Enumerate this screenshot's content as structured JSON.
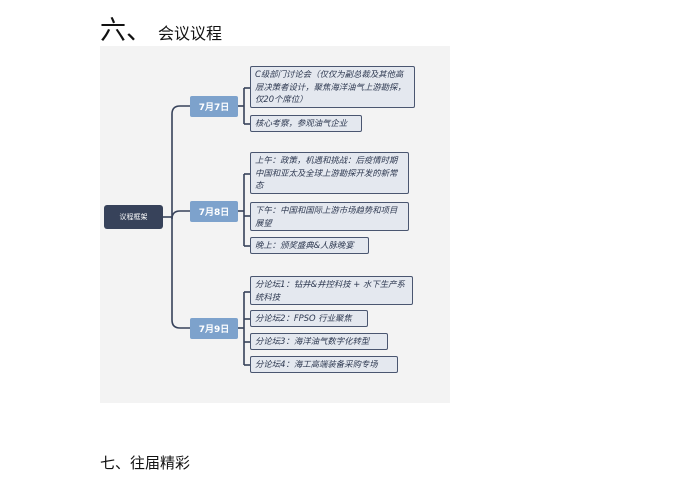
{
  "section_six": {
    "number": "六、",
    "title": "会议议程"
  },
  "section_seven": {
    "title": "七、往届精彩"
  },
  "mindmap": {
    "root": "议程框架",
    "days": [
      {
        "label": "7月7日",
        "items": [
          "C级部门讨论会（仅仅为副总裁及其他高层决策者设计，聚焦海洋油气上游勘探，仅20个席位）",
          "核心考察，参观油气企业"
        ]
      },
      {
        "label": "7月8日",
        "items": [
          "上午：政策，机遇和挑战：后疫情时期中国和亚太及全球上游勘探开发的新常态",
          "下午：中国和国际上游市场趋势和项目展望",
          "晚上：颁奖盛典&人脉晚宴"
        ]
      },
      {
        "label": "7月9日",
        "items": [
          "分论坛1：钻井&井控科技 + 水下生产系统科技",
          "分论坛2：FPSO 行业聚焦",
          "分论坛3：海洋油气数字化转型",
          "分论坛4：海工高端装备采购专场"
        ]
      }
    ]
  }
}
